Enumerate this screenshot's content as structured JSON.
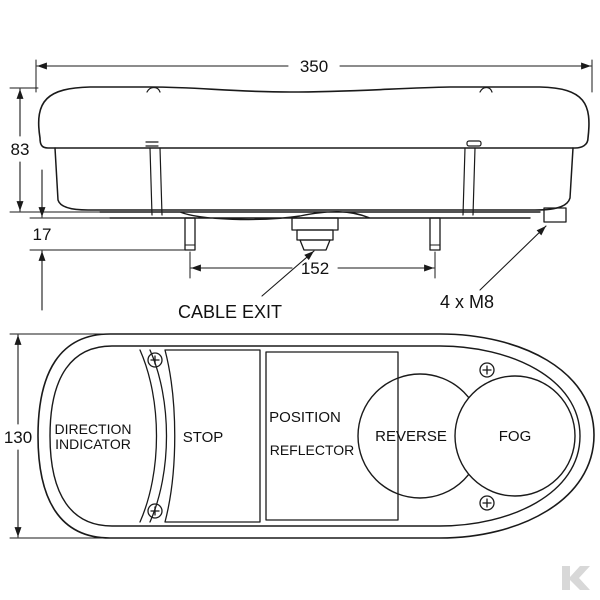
{
  "dimensions": {
    "width_total": "350",
    "height_total": "83",
    "depth_base": "17",
    "bolt_spacing": "152",
    "height_front": "130"
  },
  "callouts": {
    "cable_exit": "CABLE EXIT",
    "bolts": "4 x M8"
  },
  "sections": {
    "direction_line1": "DIRECTION",
    "direction_line2": "INDICATOR",
    "stop": "STOP",
    "position": "POSITION",
    "reflector": "REFLECTOR",
    "reverse": "REVERSE",
    "fog": "FOG"
  },
  "colors": {
    "line": "#1a1a1a",
    "watermark": "#d8d8d8"
  },
  "icons": {
    "watermark": "brand-logo-icon",
    "screw": "screw-head-icon"
  }
}
